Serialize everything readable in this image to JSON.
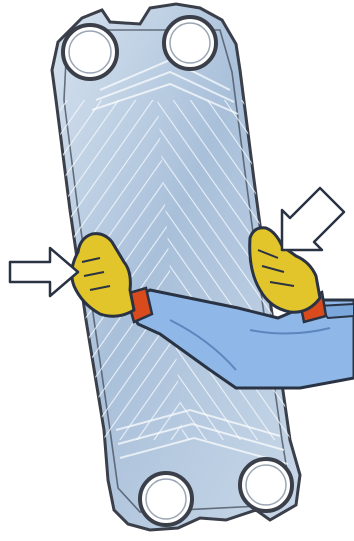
{
  "illustration": {
    "subject": "heat-exchanger-plate",
    "plate_color": "#b9cde3",
    "outline_color": "#3a3f4a",
    "glove_color": "#e1c52a",
    "sleeve_color": "#8fb8e8",
    "cuff_color": "#d94a1c",
    "arrow_fill": "#ffffff",
    "port_count": 4,
    "press_arrow_count": 2,
    "text": ""
  }
}
